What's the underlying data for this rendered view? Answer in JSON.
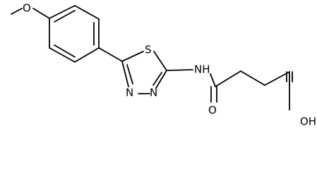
{
  "molecule": {
    "atoms": {
      "o_methoxy": "O",
      "s_ring": "S",
      "n_ring_left": "N",
      "n_ring_right": "N",
      "nh": "NH",
      "o_amide": "O",
      "oh": "OH"
    }
  }
}
